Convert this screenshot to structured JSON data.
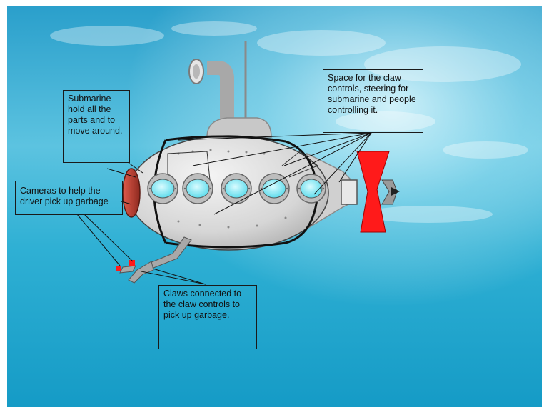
{
  "labels": {
    "submarine_hull": "Submarine hold all the parts and  to move around.",
    "cameras": "Cameras to help the driver pick up garbage",
    "controls_space": "Space for the claw controls, steering for submarine and people controlling it.",
    "claws": "Claws connected to the claw controls to pick up garbage."
  },
  "colors": {
    "water_light": "#8fd8ea",
    "water_mid": "#2fb0d4",
    "water_deep": "#1a9ec9",
    "hull": "#d9d9d9",
    "porthole": "#7fe7f3",
    "fin": "#ff1a1a",
    "camera": "#c0392b"
  },
  "icons": {
    "submarine": "submarine-illustration",
    "claw": "claw-icon",
    "camera": "camera-icon"
  }
}
